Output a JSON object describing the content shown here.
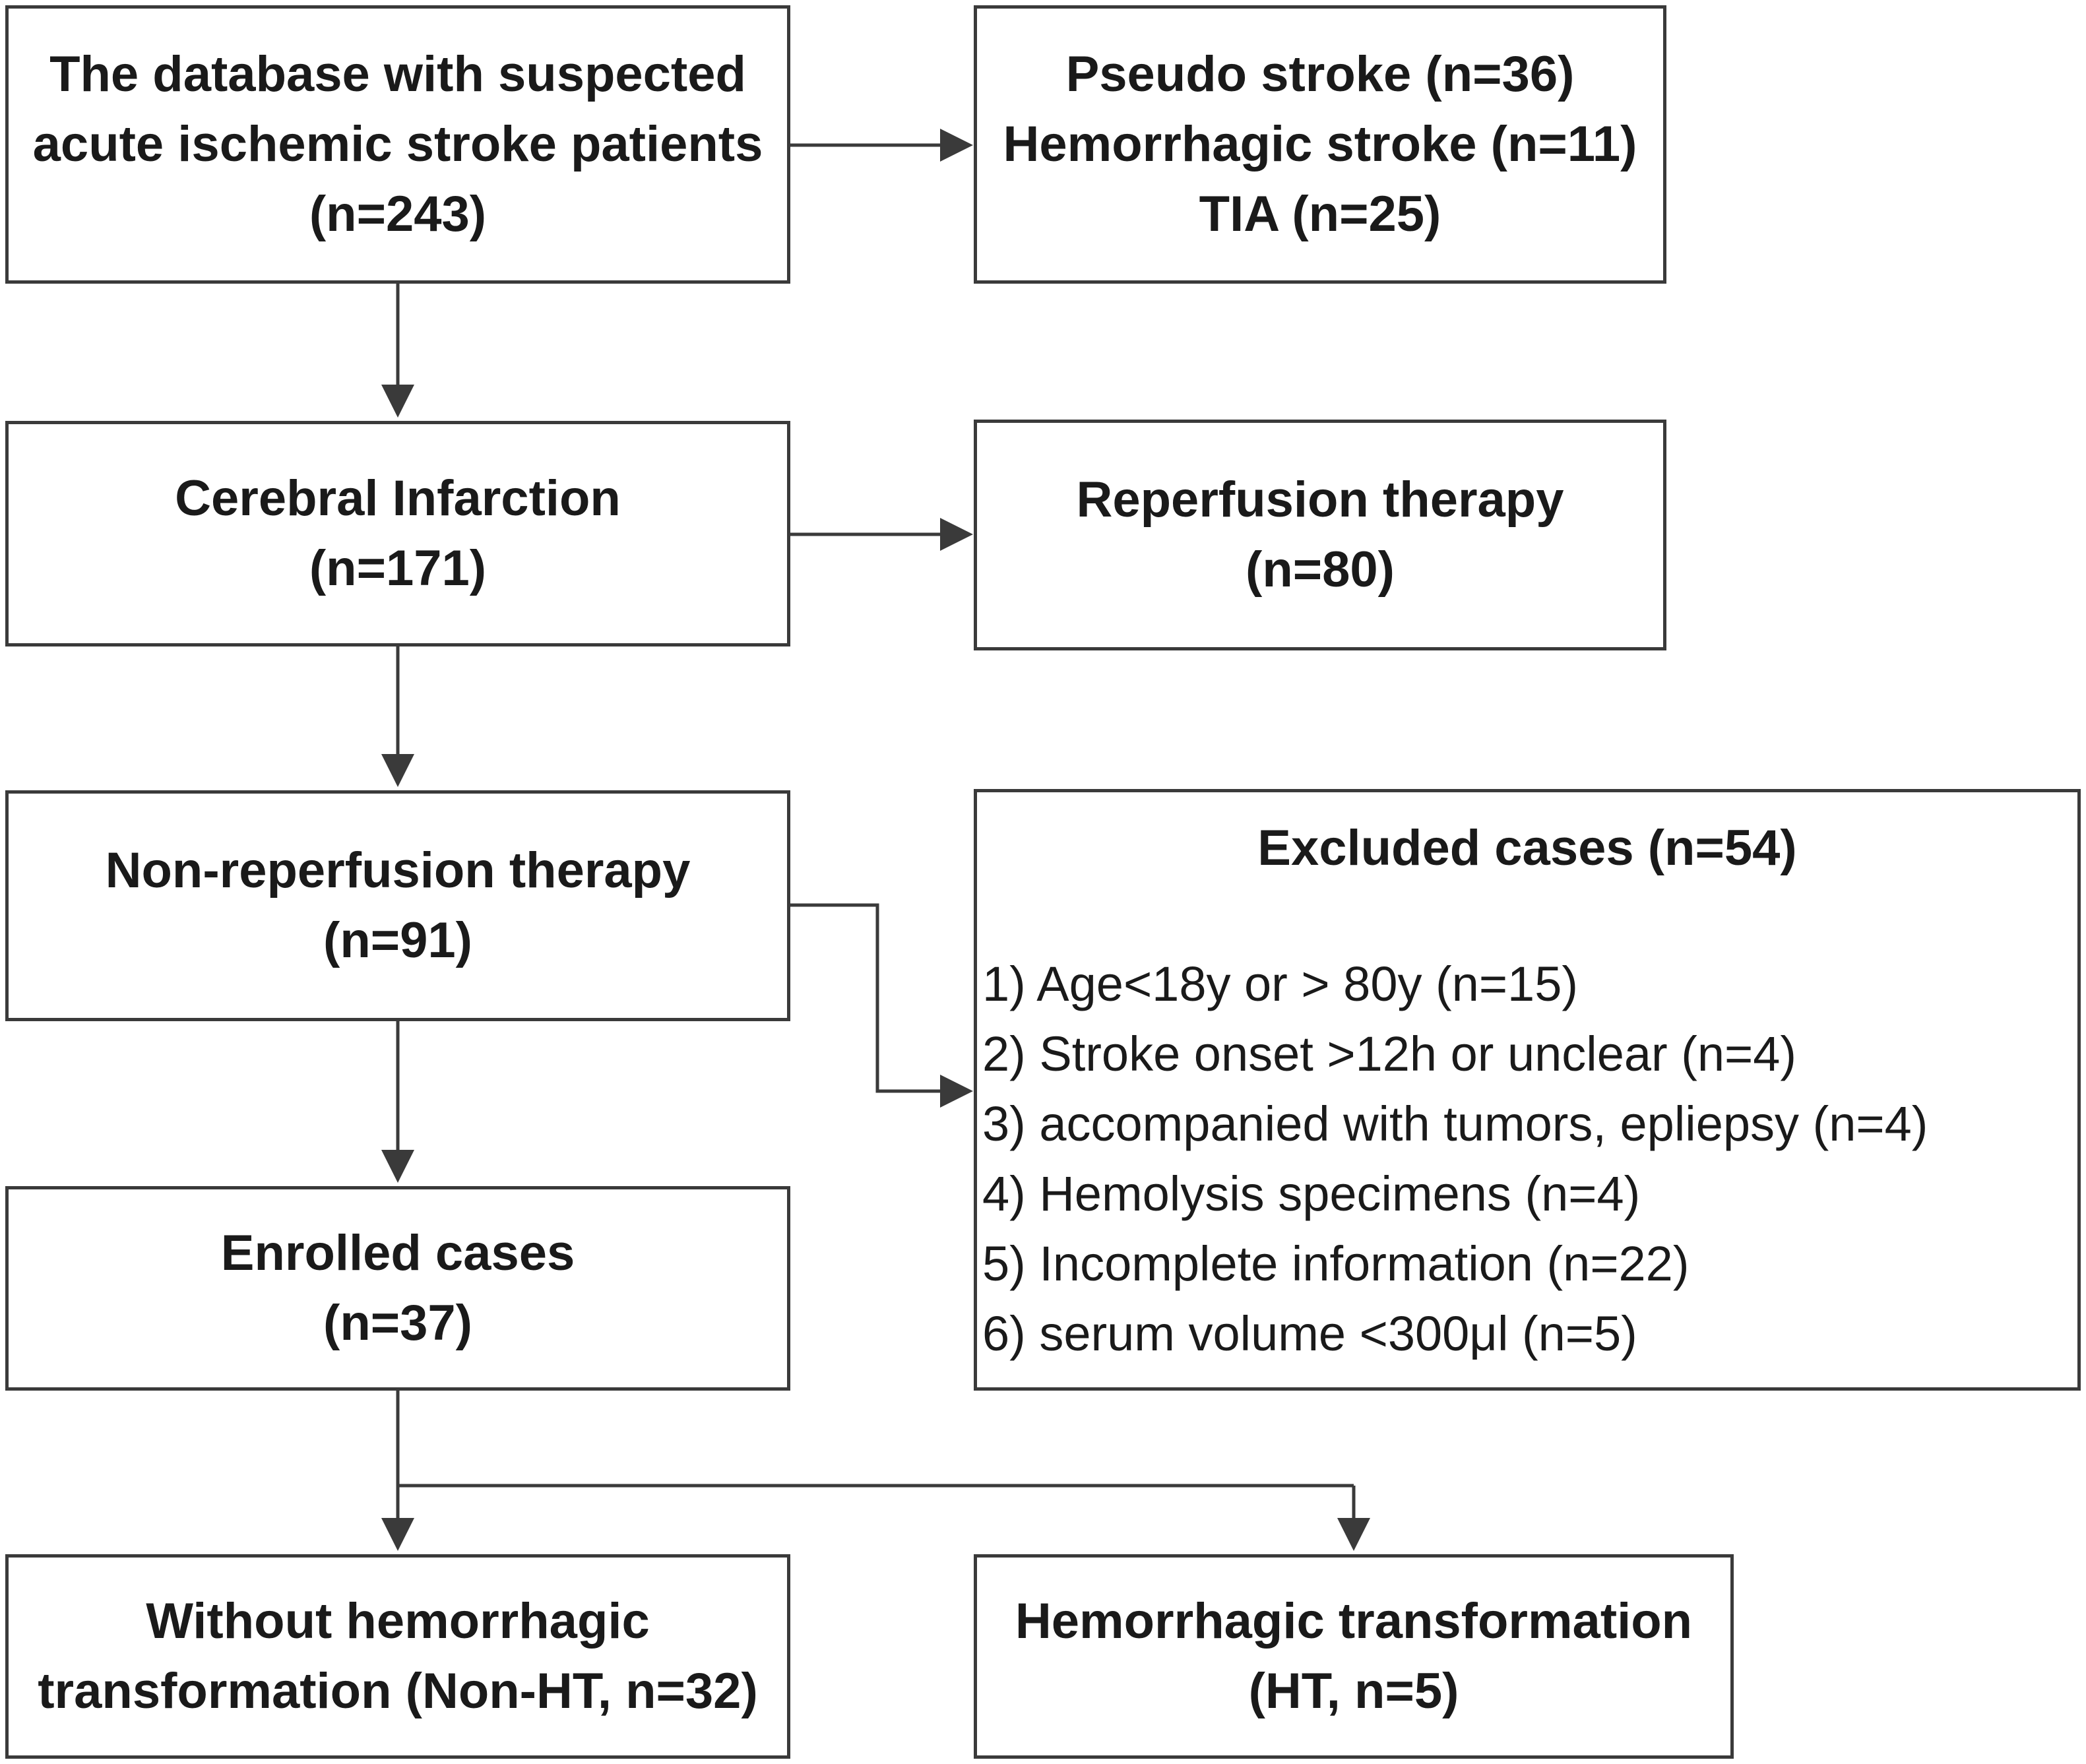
{
  "boxes": {
    "database": {
      "lines": [
        "The database with suspected",
        "acute ischemic stroke patients",
        "(n=243)"
      ]
    },
    "excluded_initial": {
      "lines": [
        "Pseudo stroke (n=36)",
        "Hemorrhagic stroke (n=11)",
        "TIA (n=25)"
      ]
    },
    "cerebral_infarction": {
      "lines": [
        "Cerebral Infarction",
        "(n=171)"
      ]
    },
    "reperfusion": {
      "lines": [
        "Reperfusion therapy",
        "(n=80)"
      ]
    },
    "non_reperfusion": {
      "lines": [
        "Non-reperfusion therapy",
        "(n=91)"
      ]
    },
    "excluded_cases": {
      "title": "Excluded cases (n=54)",
      "items": [
        "1) Age<18y or > 80y (n=15)",
        "2) Stroke onset >12h or unclear (n=4)",
        "3) accompanied with tumors, epliepsy (n=4)",
        "4) Hemolysis specimens (n=4)",
        "5) Incomplete information (n=22)",
        "6)  serum volume <300μl (n=5)"
      ]
    },
    "enrolled": {
      "lines": [
        "Enrolled cases",
        "(n=37)"
      ]
    },
    "non_ht": {
      "lines": [
        "Without hemorrhagic",
        "transformation (Non-HT, n=32)"
      ]
    },
    "ht": {
      "lines": [
        "Hemorrhagic transformation",
        "(HT, n=5)"
      ]
    }
  },
  "colors": {
    "border": "#3a3a3a",
    "text": "#1a1a1a",
    "background": "#ffffff"
  }
}
